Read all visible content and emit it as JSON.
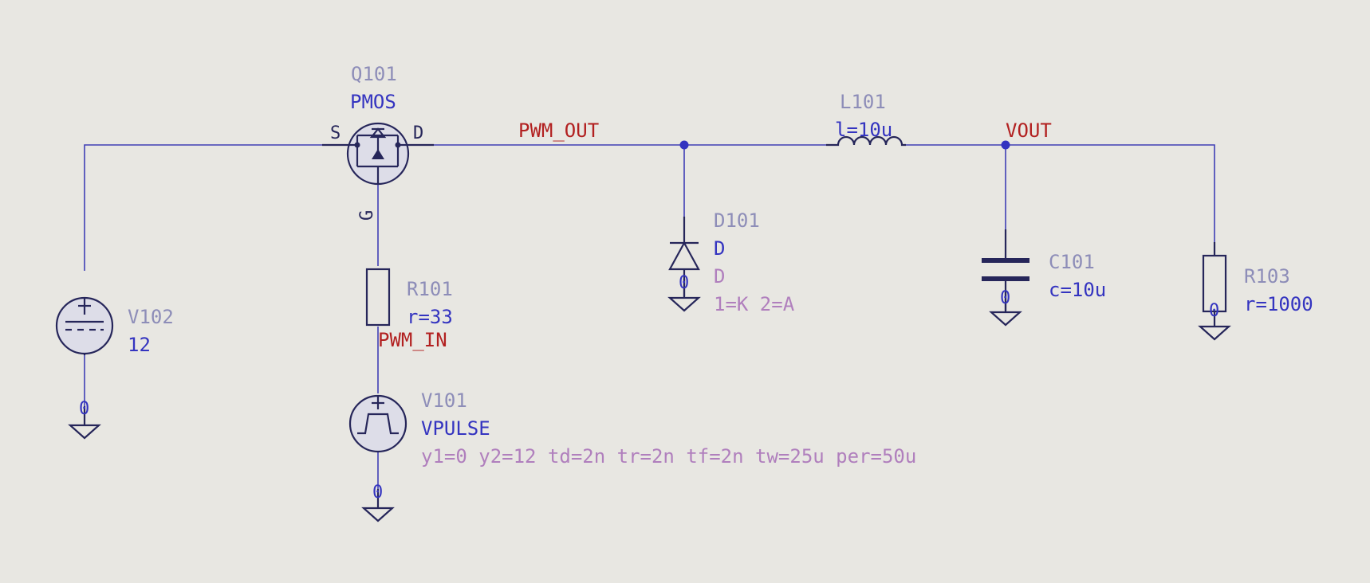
{
  "components": {
    "q101": {
      "ref": "Q101",
      "value": "PMOS",
      "pin_s": "S",
      "pin_d": "D",
      "pin_g": "G"
    },
    "r101": {
      "ref": "R101",
      "value": "r=33"
    },
    "v101": {
      "ref": "V101",
      "value": "VPULSE",
      "params": "y1=0 y2=12 td=2n tr=2n tf=2n tw=25u per=50u"
    },
    "v102": {
      "ref": "V102",
      "value": "12"
    },
    "d101": {
      "ref": "D101",
      "value": "D",
      "model": "D",
      "pinmap": "1=K 2=A"
    },
    "l101": {
      "ref": "L101",
      "value": "l=10u"
    },
    "c101": {
      "ref": "C101",
      "value": "c=10u"
    },
    "r103": {
      "ref": "R103",
      "value": "r=1000"
    }
  },
  "nets": {
    "pwm_out": "PWM_OUT",
    "pwm_in": "PWM_IN",
    "vout": "VOUT"
  },
  "ground_label": "0",
  "colors": {
    "background": "#e8e7e2",
    "wire": "#3f3fb5",
    "symbol": "#26265a",
    "reference": "#8d8db8",
    "value": "#3434c0",
    "parameter": "#b07fbd",
    "net_label": "#b22020"
  }
}
